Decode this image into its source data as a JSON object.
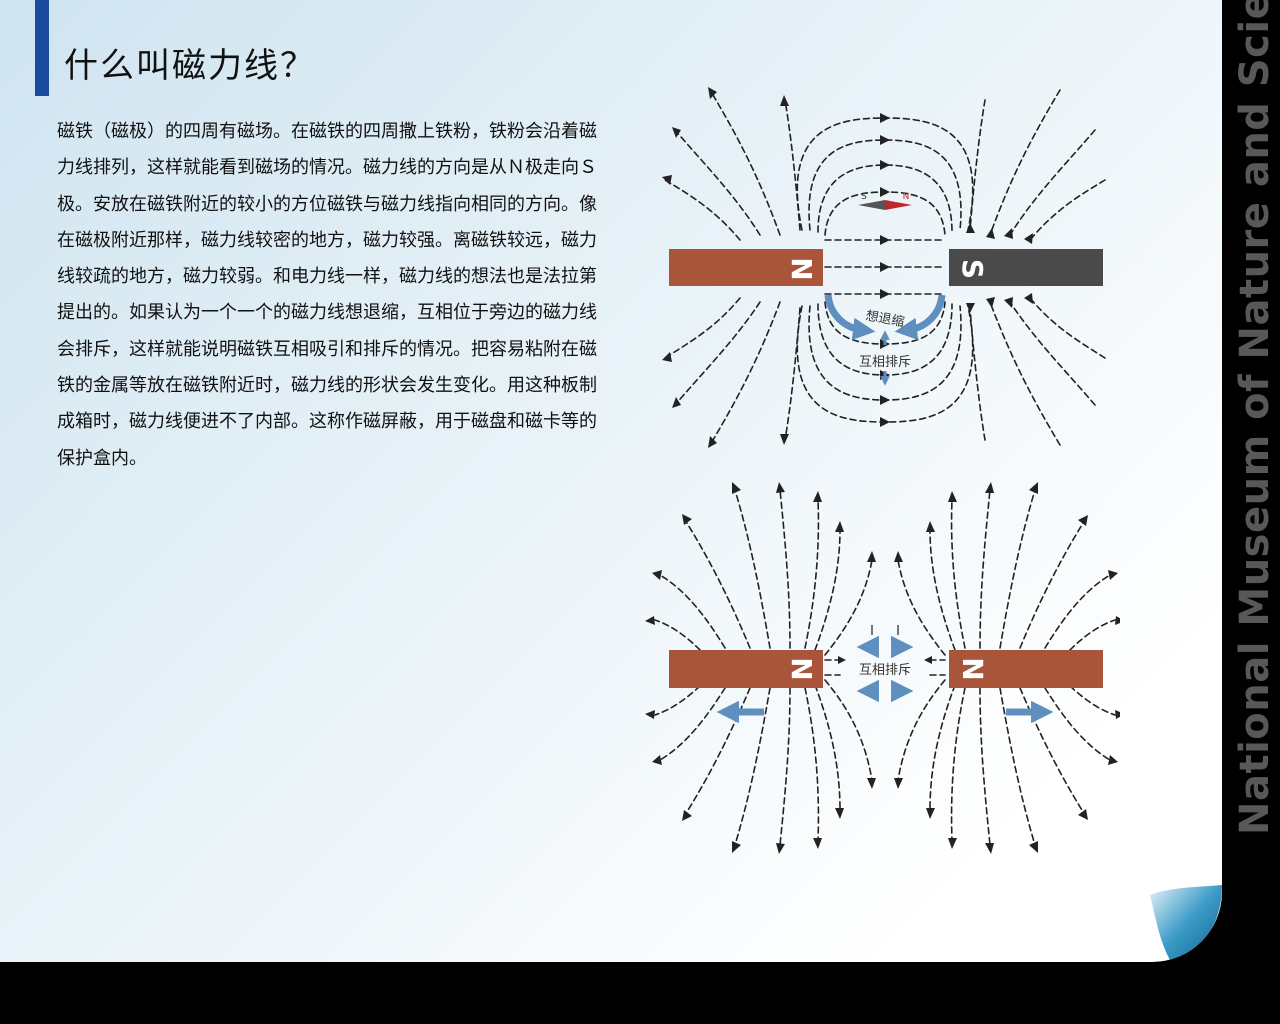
{
  "title": "什么叫磁力线？",
  "body_text": "磁铁（磁极）的四周有磁场。在磁铁的四周撒上铁粉，铁粉会沿着磁力线排列，这样就能看到磁场的情况。磁力线的方向是从Ｎ极走向Ｓ极。安放在磁铁附近的较小的方位磁铁与磁力线指向相同的方向。像在磁极附近那样，磁力线较密的地方，磁力较强。离磁铁较远，磁力线较疏的地方，磁力较弱。和电力线一样，磁力线的想法也是法拉第提出的。如果认为一个一个的磁力线想退缩，互相位于旁边的磁力线会排斥，这样就能说明磁铁互相吸引和排斥的情况。把容易粘附在磁铁的金属等放在磁铁附近时，磁力线的形状会发生变化。用这种板制成箱时，磁力线便进不了内部。这称作磁屏蔽，用于磁盘和磁卡等的保护盒内。",
  "diagram_top": {
    "left_magnet_label": "N",
    "right_magnet_label": "S",
    "compass_s_label": "S",
    "compass_n_label": "N",
    "contract_label": "想退缩",
    "repel_label": "互相排斥"
  },
  "diagram_bottom": {
    "left_magnet_label": "N",
    "right_magnet_label": "N",
    "repel_label": "互相排斥"
  },
  "watermark": "National Museum of Nature and Science",
  "colors": {
    "title_bar": "#1c4a9c",
    "magnet_n": "#a9553b",
    "magnet_s": "#4a4a4a",
    "arrow_blue": "#5f8fbf",
    "field_line": "#222222",
    "watermark": "#585858"
  }
}
